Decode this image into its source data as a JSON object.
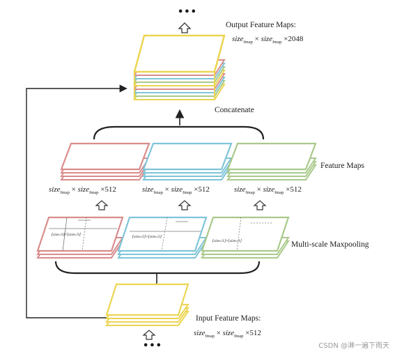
{
  "labels": {
    "output_title": "Output Feature Maps:",
    "concatenate": "Concatenate",
    "feature_maps": "Feature Maps",
    "multiscale": "Multi-scale Maxpooling",
    "input_title": "Input Feature Maps:",
    "dots_top": "•••",
    "dots_bottom": "•••"
  },
  "math": {
    "size": "size",
    "sub": "fmap",
    "times": "×",
    "out_channels": "2048",
    "branch_channels": "512",
    "in_channels": "512"
  },
  "pool_labels": {
    "red": "⌊sizeₙ/3⌋×⌊sizeₙ/3⌋",
    "blue": "⌊sizeₙ/2⌋×⌊sizeₙ/2⌋",
    "green": "⌊sizeₙ/1⌋×⌊sizeₙ/1⌋"
  },
  "colors": {
    "red": "#d98c8c",
    "blue": "#7fc4d8",
    "green": "#a9c98a",
    "yellow": "#ecd552",
    "arrow": "#222222"
  },
  "watermark": "CSDN @淋一遍下雨天"
}
